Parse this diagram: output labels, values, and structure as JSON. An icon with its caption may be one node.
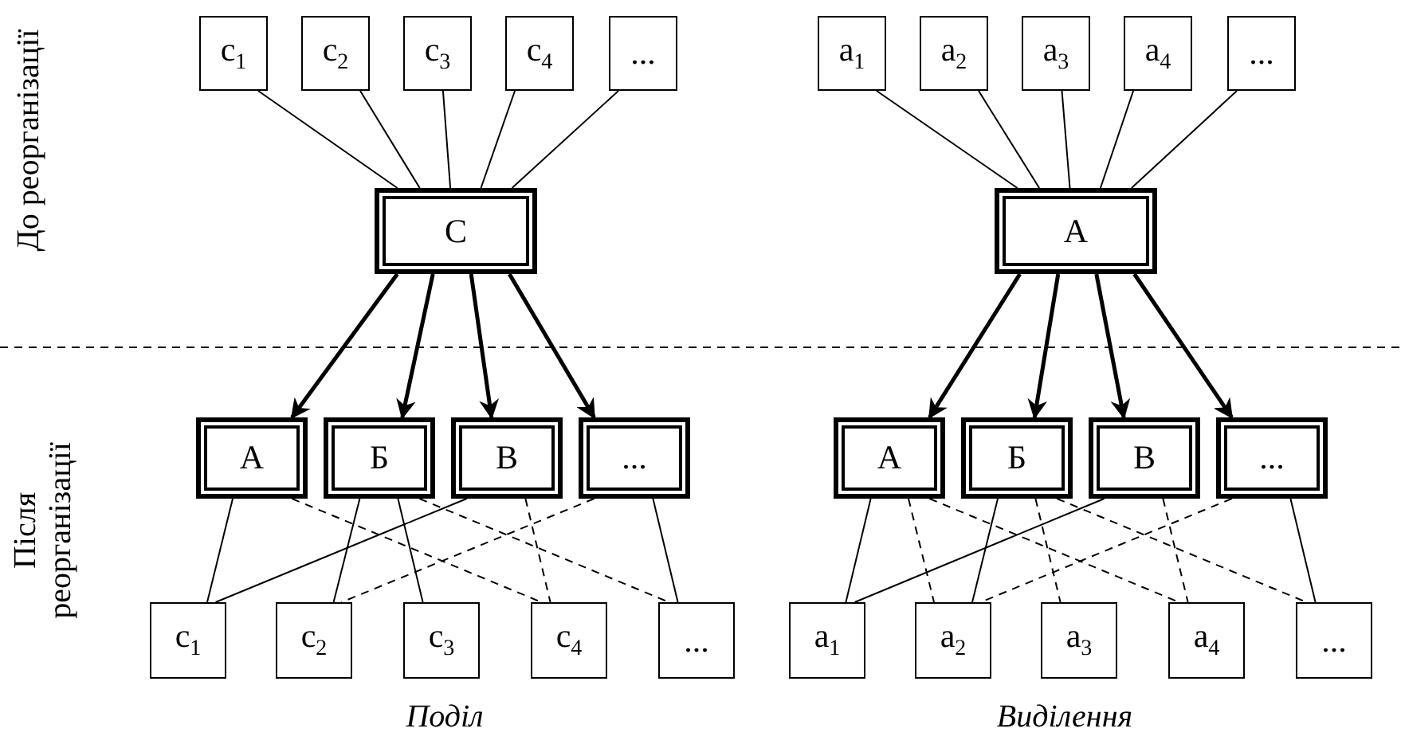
{
  "diagram": {
    "nodes": [
      {
        "text": [
          "c$_{1}$"
        ]
      },
      {
        "text": [
          "c$_{2}$"
        ]
      },
      {
        "text": [
          "c$_{3}$"
        ]
      },
      {
        "text": [
          "c$_{4}$"
        ]
      },
      {
        "text": [
          "..."
        ]
      },
      {
        "text": [
          "a$_{1}$"
        ]
      },
      {
        "text": [
          "a$_{2}$"
        ]
      },
      {
        "text": [
          "a$_{3}$"
        ]
      },
      {
        "text": [
          "a$_{4}$"
        ]
      },
      {
        "text": [
          "..."
        ]
      },
      {
        "text": [
          "C"
        ]
      },
      {
        "text": [
          "A"
        ]
      },
      {
        "text": [
          "A"
        ]
      },
      {
        "text": [
          "Б"
        ]
      },
      {
        "text": [
          "В"
        ]
      },
      {
        "text": [
          "..."
        ]
      },
      {
        "text": [
          "A"
        ]
      },
      {
        "text": [
          "Б"
        ]
      },
      {
        "text": [
          "В"
        ]
      },
      {
        "text": [
          "..."
        ]
      },
      {
        "text": [
          "c$_{1}$"
        ]
      },
      {
        "text": [
          "c$_{2}$"
        ]
      },
      {
        "text": [
          "c$_{3}$"
        ]
      },
      {
        "text": [
          "c$_{4}$"
        ]
      },
      {
        "text": [
          "..."
        ]
      },
      {
        "text": [
          "a$_{1}$"
        ]
      },
      {
        "text": [
          "a$_{2}$"
        ]
      },
      {
        "text": [
          "a$_{3}$"
        ]
      },
      {
        "text": [
          "a$_{4}$"
        ]
      },
      {
        "text": [
          "..."
        ]
      }
    ],
    "edges": [
      {
        "from": 0,
        "to": 10,
        "arrow": "none"
      },
      {
        "from": 1,
        "to": 10,
        "arrow": "none"
      },
      {
        "from": 2,
        "to": 10,
        "arrow": "none"
      },
      {
        "from": 3,
        "to": 10,
        "arrow": "none"
      },
      {
        "from": 4,
        "to": 10,
        "arrow": "none"
      },
      {
        "from": 5,
        "to": 11,
        "arrow": "none"
      },
      {
        "from": 6,
        "to": 11,
        "arrow": "none"
      },
      {
        "from": 7,
        "to": 11,
        "arrow": "none"
      },
      {
        "from": 8,
        "to": 11,
        "arrow": "none"
      },
      {
        "from": 9,
        "to": 11,
        "arrow": "none"
      },
      {
        "from": 10,
        "to": 12,
        "arrow": "to",
        "style": "thick"
      },
      {
        "from": 10,
        "to": 13,
        "arrow": "to",
        "style": "thick"
      },
      {
        "from": 10,
        "to": 14,
        "arrow": "to",
        "style": "thick"
      },
      {
        "from": 10,
        "to": 15,
        "arrow": "to",
        "style": "thick"
      },
      {
        "from": 11,
        "to": 16,
        "arrow": "to",
        "style": "thick"
      },
      {
        "from": 11,
        "to": 17,
        "arrow": "to",
        "style": "thick"
      },
      {
        "from": 11,
        "to": 18,
        "arrow": "to",
        "style": "thick"
      },
      {
        "from": 11,
        "to": 19,
        "arrow": "to",
        "style": "thick"
      },
      {
        "from": 12,
        "to": 20,
        "arrow": "none"
      },
      {
        "from": 12,
        "to": 23,
        "arrow": "none",
        "style": "dashed"
      },
      {
        "from": 13,
        "to": 21,
        "arrow": "none"
      },
      {
        "from": 13,
        "to": 22,
        "arrow": "none"
      },
      {
        "from": 13,
        "to": 24,
        "arrow": "none",
        "style": "dashed"
      },
      {
        "from": 14,
        "to": 20,
        "arrow": "none"
      },
      {
        "from": 14,
        "to": 23,
        "arrow": "none",
        "style": "dashed"
      },
      {
        "from": 15,
        "to": 21,
        "arrow": "none",
        "style": "dashed"
      },
      {
        "from": 15,
        "to": 24,
        "arrow": "none"
      },
      {
        "from": 16,
        "to": 25,
        "arrow": "none"
      },
      {
        "from": 16,
        "to": 26,
        "arrow": "none",
        "style": "dashed"
      },
      {
        "from": 16,
        "to": 28,
        "arrow": "none",
        "style": "dashed"
      },
      {
        "from": 17,
        "to": 26,
        "arrow": "none"
      },
      {
        "from": 17,
        "to": 27,
        "arrow": "none",
        "style": "dashed"
      },
      {
        "from": 17,
        "to": 29,
        "arrow": "none",
        "style": "dashed"
      },
      {
        "from": 18,
        "to": 25,
        "arrow": "none"
      },
      {
        "from": 18,
        "to": 28,
        "arrow": "none",
        "style": "dashed"
      },
      {
        "from": 19,
        "to": 26,
        "arrow": "none",
        "style": "dashed"
      },
      {
        "from": 19,
        "to": 29,
        "arrow": "none"
      }
    ],
    "labels": [
      "До реорганізації",
      "Після реорганізації",
      "Поділ",
      "Виділення"
    ]
  }
}
